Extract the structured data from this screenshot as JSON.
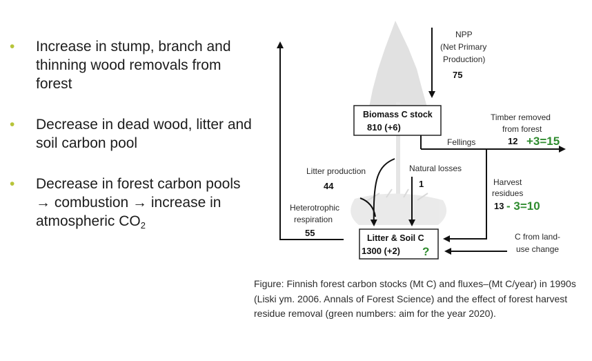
{
  "bullets": [
    {
      "text": "Increase in stump, branch and thinning wood removals from forest"
    },
    {
      "text": "Decrease in dead wood, litter and soil carbon pool"
    },
    {
      "text": "Decrease in forest carbon pools → combustion → increase in atmospheric CO",
      "sub": "2"
    }
  ],
  "diagram": {
    "npp": {
      "line1": "NPP",
      "line2": "(Net Primary",
      "line3": "Production)",
      "value": "75"
    },
    "biomass": {
      "title": "Biomass C stock",
      "value": "810 (+6)"
    },
    "timber": {
      "line1": "Timber removed",
      "line2": "from forest",
      "value": "12",
      "green": "+3=15"
    },
    "fellings": "Fellings",
    "litter_production": {
      "label": "Litter production",
      "value": "44"
    },
    "natural_losses": {
      "label": "Natural losses",
      "value": "1"
    },
    "harvest_residues": {
      "line1": "Harvest",
      "line2": "residues",
      "value": "13",
      "green": "- 3=10"
    },
    "heterotrophic": {
      "line1": "Heterotrophic",
      "line2": "respiration",
      "value": "55"
    },
    "litter_soil": {
      "title": "Litter & Soil C",
      "value": "1300 (+2)",
      "green": "?"
    },
    "land_use": {
      "line1": "C from land-",
      "line2": "use change"
    }
  },
  "caption": "Figure: Finnish forest carbon stocks (Mt C) and fluxes–(Mt C/year) in 1990s (Liski ym. 2006. Annals of Forest Science) and the effect of forest harvest residue removal (green numbers: aim for the year 2020).",
  "colors": {
    "bullet": "#b7c43a",
    "green_numbers": "#2e8b2e"
  }
}
